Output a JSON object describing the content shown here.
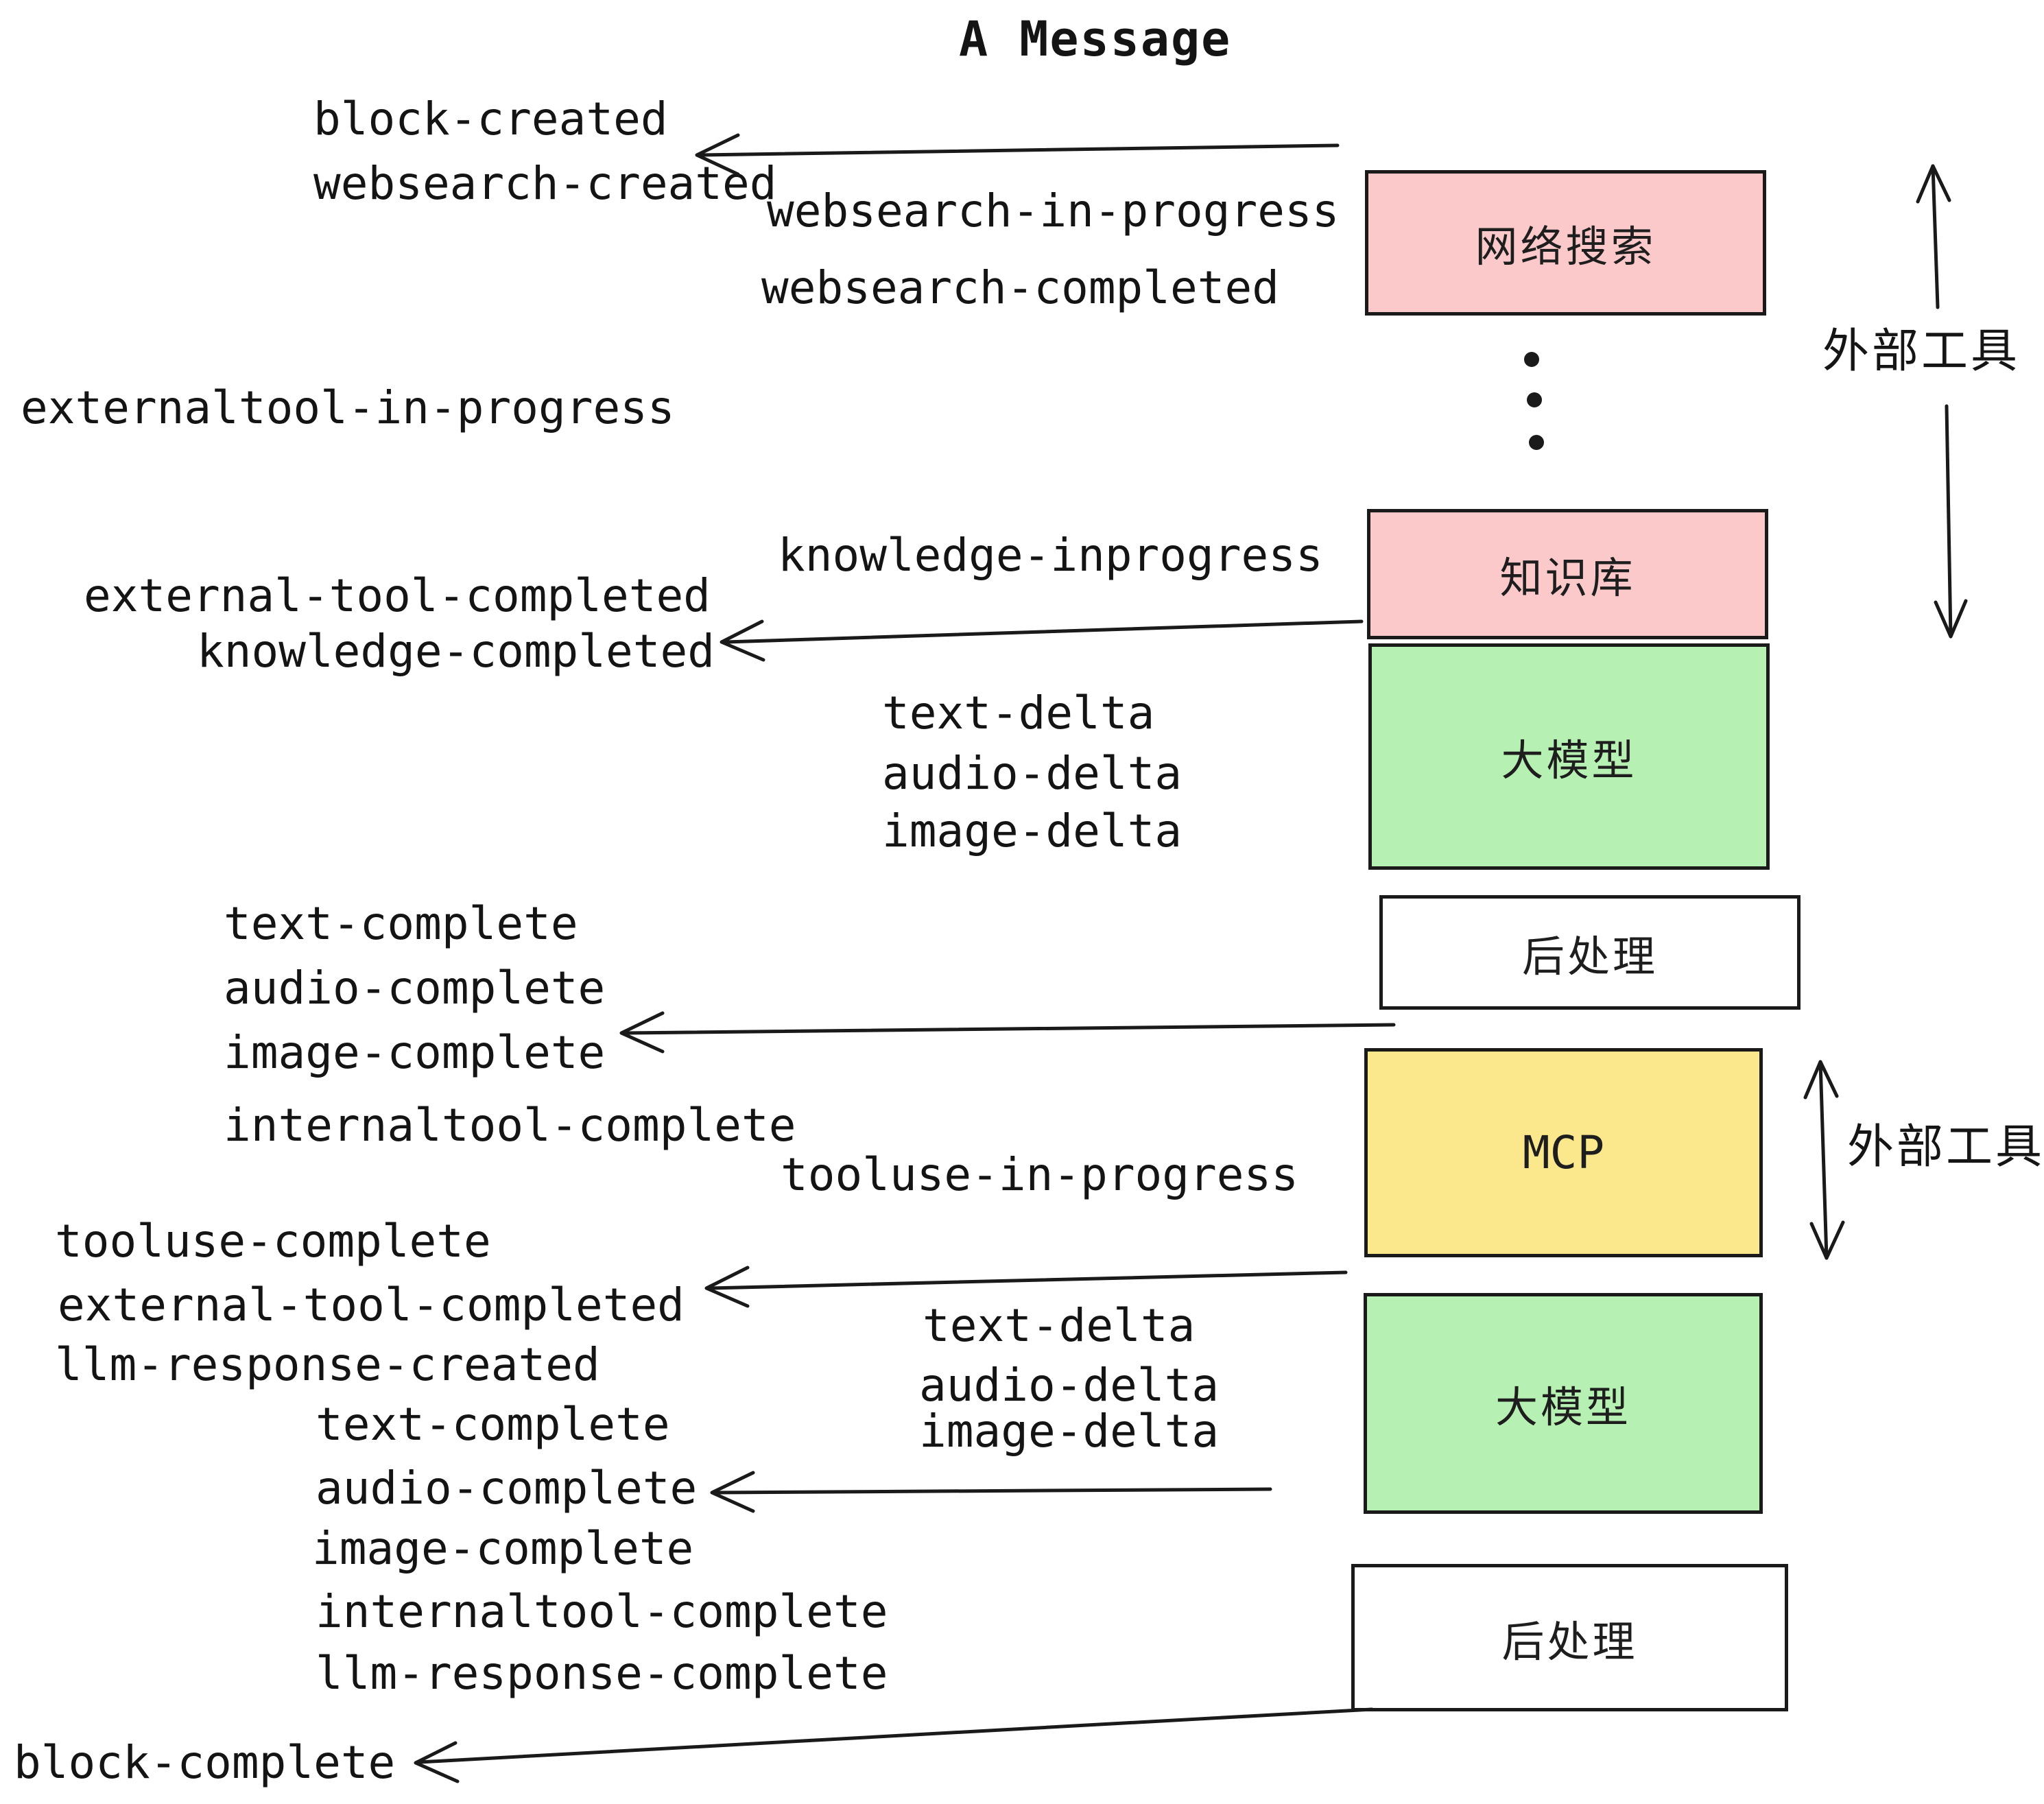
{
  "title": "A Message",
  "colors": {
    "external_tool_box": "#fbc9c9",
    "llm_box": "#b6f0b2",
    "mcp_box": "#fbe78c",
    "post_process_box": "#ffffff",
    "line": "#1a1a1a"
  },
  "boxes": [
    {
      "id": "websearch",
      "label": "网络搜索"
    },
    {
      "id": "knowledge",
      "label": "知识库"
    },
    {
      "id": "llm-1",
      "label": "大模型"
    },
    {
      "id": "post-1",
      "label": "后处理"
    },
    {
      "id": "mcp",
      "label": "MCP"
    },
    {
      "id": "llm-2",
      "label": "大模型"
    },
    {
      "id": "post-2",
      "label": "后处理"
    }
  ],
  "side_labels": [
    {
      "label": "外部工具"
    },
    {
      "label": "外部工具"
    }
  ],
  "events_left": [
    {
      "text": "block-created"
    },
    {
      "text": "websearch-created"
    },
    {
      "text": "externaltool-in-progress"
    },
    {
      "text": "external-tool-completed"
    },
    {
      "text": "knowledge-completed"
    },
    {
      "text": "text-complete"
    },
    {
      "text": "audio-complete"
    },
    {
      "text": "image-complete"
    },
    {
      "text": "internaltool-complete"
    },
    {
      "text": "tooluse-complete"
    },
    {
      "text": "external-tool-completed"
    },
    {
      "text": "llm-response-created"
    },
    {
      "text": "text-complete"
    },
    {
      "text": "audio-complete"
    },
    {
      "text": "image-complete"
    },
    {
      "text": "internaltool-complete"
    },
    {
      "text": "llm-response-complete"
    },
    {
      "text": "block-complete"
    }
  ],
  "events_middle": [
    {
      "text": "websearch-in-progress"
    },
    {
      "text": "websearch-completed"
    },
    {
      "text": "knowledge-inprogress"
    },
    {
      "text": "text-delta"
    },
    {
      "text": "audio-delta"
    },
    {
      "text": "image-delta"
    },
    {
      "text": "tooluse-in-progress"
    },
    {
      "text": "text-delta"
    },
    {
      "text": "audio-delta"
    },
    {
      "text": "image-delta"
    }
  ]
}
